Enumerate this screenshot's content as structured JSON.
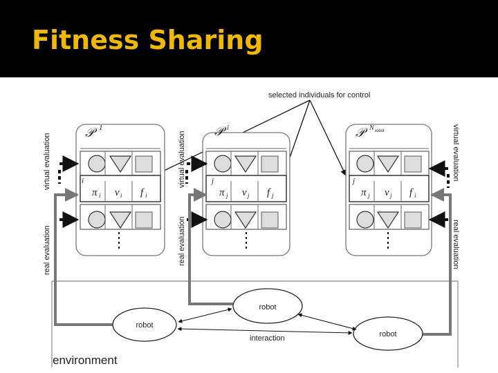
{
  "slide": {
    "title": "Fitness Sharing"
  },
  "diagram": {
    "selected_label": "selected individuals for control",
    "populations": [
      {
        "symbol": "𝒫",
        "superscript": "1",
        "row_index": "i",
        "pi": "π",
        "pi_sub": "i",
        "v": "v",
        "v_sub": "i",
        "f": "f",
        "f_sub": "i"
      },
      {
        "symbol": "𝒫",
        "superscript": "i",
        "row_index": "j",
        "pi": "π",
        "pi_sub": "j",
        "v": "v",
        "v_sub": "j",
        "f": "f",
        "f_sub": "j"
      },
      {
        "symbol": "𝒫",
        "superscript": "N",
        "superscript_sub": "robot",
        "row_index": "j",
        "pi": "π",
        "pi_sub": "j",
        "v": "v",
        "v_sub": "j",
        "f": "f",
        "f_sub": "i"
      }
    ],
    "side_labels": {
      "virtual_evaluation": "virtual evaluation",
      "real_evaluation": "real evaluation"
    },
    "robots": [
      "robot",
      "robot",
      "robot"
    ],
    "interaction_label": "interaction",
    "environment_label": "environment"
  }
}
